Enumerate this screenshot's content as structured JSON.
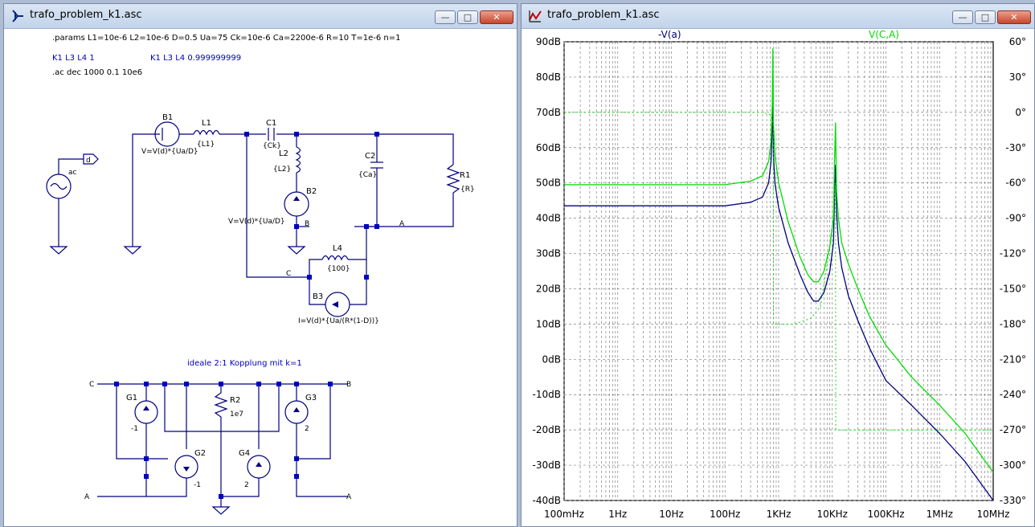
{
  "left_window": {
    "title": "trafo_problem_k1.asc",
    "buttons": {
      "minimize": "—",
      "maximize": "□",
      "close": "✕"
    },
    "directives": {
      "params": ".params L1=10e-6 L2=10e-6 D=0.5 Ua=75 Ck=10e-6 Ca=2200e-6 R=10 T=1e-6 n=1",
      "k1a": "K1 L3 L4 1",
      "k1b": "K1 L3 L4 0.999999999",
      "ac": ".ac dec 1000 0.1 10e6",
      "comment": "ideale 2:1 Kopplung mit k=1"
    },
    "labels": {
      "B1": "B1",
      "B1_value": "V=V(d)*{Ua/D}",
      "L1": "L1",
      "L1_value": "{L1}",
      "C1": "C1",
      "C1_value": "{Ck}",
      "L2": "L2",
      "L2_value": "{L2}",
      "B2": "B2",
      "B2_value": "V=V(d)*{Ua/D}",
      "C2": "C2",
      "C2_value": "{Ca}",
      "R1": "R1",
      "R1_value": "{R}",
      "L4": "L4",
      "L4_value": "{100}",
      "B3": "B3",
      "B3_value": "I=V(d)*{Ua/(R*(1-D))}",
      "net_d": "d",
      "ac": "ac",
      "net_B": "B",
      "net_A": "A",
      "net_C": "C",
      "G1": "G1",
      "G1_value": "-1",
      "G2": "G2",
      "G2_value": "-1",
      "G3": "G3",
      "G3_value": "2",
      "G4": "G4",
      "G4_value": "2",
      "R2": "R2",
      "R2_value": "1e7",
      "port_C": "C",
      "port_B": "B",
      "port_A1": "A",
      "port_A2": "A"
    }
  },
  "right_window": {
    "title": "trafo_problem_k1.asc",
    "buttons": {
      "minimize": "—",
      "maximize": "□",
      "close": "✕"
    }
  },
  "colors": {
    "trace1": "#000080",
    "trace2": "#00dd00",
    "wire": "#000080",
    "node": "#0000c0",
    "grid": "#808080"
  },
  "chart_data": {
    "type": "line",
    "x_scale": "log",
    "xlim": [
      0.1,
      10000000
    ],
    "ylim": [
      -40,
      90
    ],
    "y2lim": [
      -330,
      60
    ],
    "x_ticks": [
      "100mHz",
      "1Hz",
      "10Hz",
      "100Hz",
      "1KHz",
      "10KHz",
      "100KHz",
      "1MHz",
      "10MHz"
    ],
    "y_ticks": [
      "90dB",
      "80dB",
      "70dB",
      "60dB",
      "50dB",
      "40dB",
      "30dB",
      "20dB",
      "10dB",
      "0dB",
      "-10dB",
      "-20dB",
      "-30dB",
      "-40dB"
    ],
    "y2_ticks": [
      "60°",
      "30°",
      "0°",
      "-30°",
      "-60°",
      "-90°",
      "-120°",
      "-150°",
      "-180°",
      "-210°",
      "-240°",
      "-270°",
      "-300°",
      "-330°"
    ],
    "grid": true,
    "series": [
      {
        "name": "-V(a)",
        "color": "#000080",
        "x": [
          0.1,
          1,
          10,
          100,
          300,
          500,
          650,
          720,
          760,
          780,
          790,
          800,
          850,
          1000,
          1500,
          2500,
          3500,
          4500,
          5500,
          7000,
          9000,
          10500,
          11000,
          11500,
          12000,
          13000,
          15000,
          20000,
          30000,
          50000,
          100000,
          300000,
          1000000,
          3000000,
          10000000
        ],
        "y": [
          43.5,
          43.5,
          43.5,
          43.5,
          44.5,
          46,
          50,
          56,
          65,
          73,
          67,
          58,
          50,
          43,
          33,
          24,
          19,
          16.5,
          16.5,
          19,
          25,
          33,
          46,
          55,
          42,
          33,
          26,
          18,
          11,
          3,
          -6,
          -13,
          -21,
          -29,
          -40
        ]
      },
      {
        "name": "V(C,A)",
        "color": "#00dd00",
        "x": [
          0.1,
          1,
          10,
          100,
          300,
          500,
          650,
          720,
          760,
          780,
          790,
          800,
          850,
          1000,
          1500,
          2500,
          3500,
          4500,
          5500,
          7000,
          9000,
          10500,
          11000,
          11500,
          12000,
          13000,
          15000,
          20000,
          30000,
          50000,
          100000,
          300000,
          1000000,
          3000000,
          10000000
        ],
        "y": [
          49.5,
          49.5,
          49.5,
          49.5,
          50.5,
          52,
          56,
          62,
          72,
          88,
          78,
          67,
          58,
          50,
          39,
          29,
          24,
          22,
          22,
          25,
          32,
          40,
          56,
          67,
          48,
          40,
          33,
          27,
          20,
          12,
          4,
          -5,
          -13,
          -21,
          -32
        ]
      },
      {
        "name": "V(C,A) phase",
        "color": "#00dd00",
        "style": "dotted",
        "x": [
          0.1,
          10,
          100,
          500,
          700,
          790,
          800,
          1000,
          2000,
          4000,
          6000,
          8000,
          10000,
          11500,
          11600,
          20000,
          100000,
          10000000
        ],
        "y": [
          0,
          0,
          0,
          0,
          -2,
          -10,
          -180,
          -180,
          -180,
          -175,
          -165,
          -130,
          -95,
          -60,
          -270,
          -270,
          -270,
          -270
        ]
      }
    ]
  }
}
